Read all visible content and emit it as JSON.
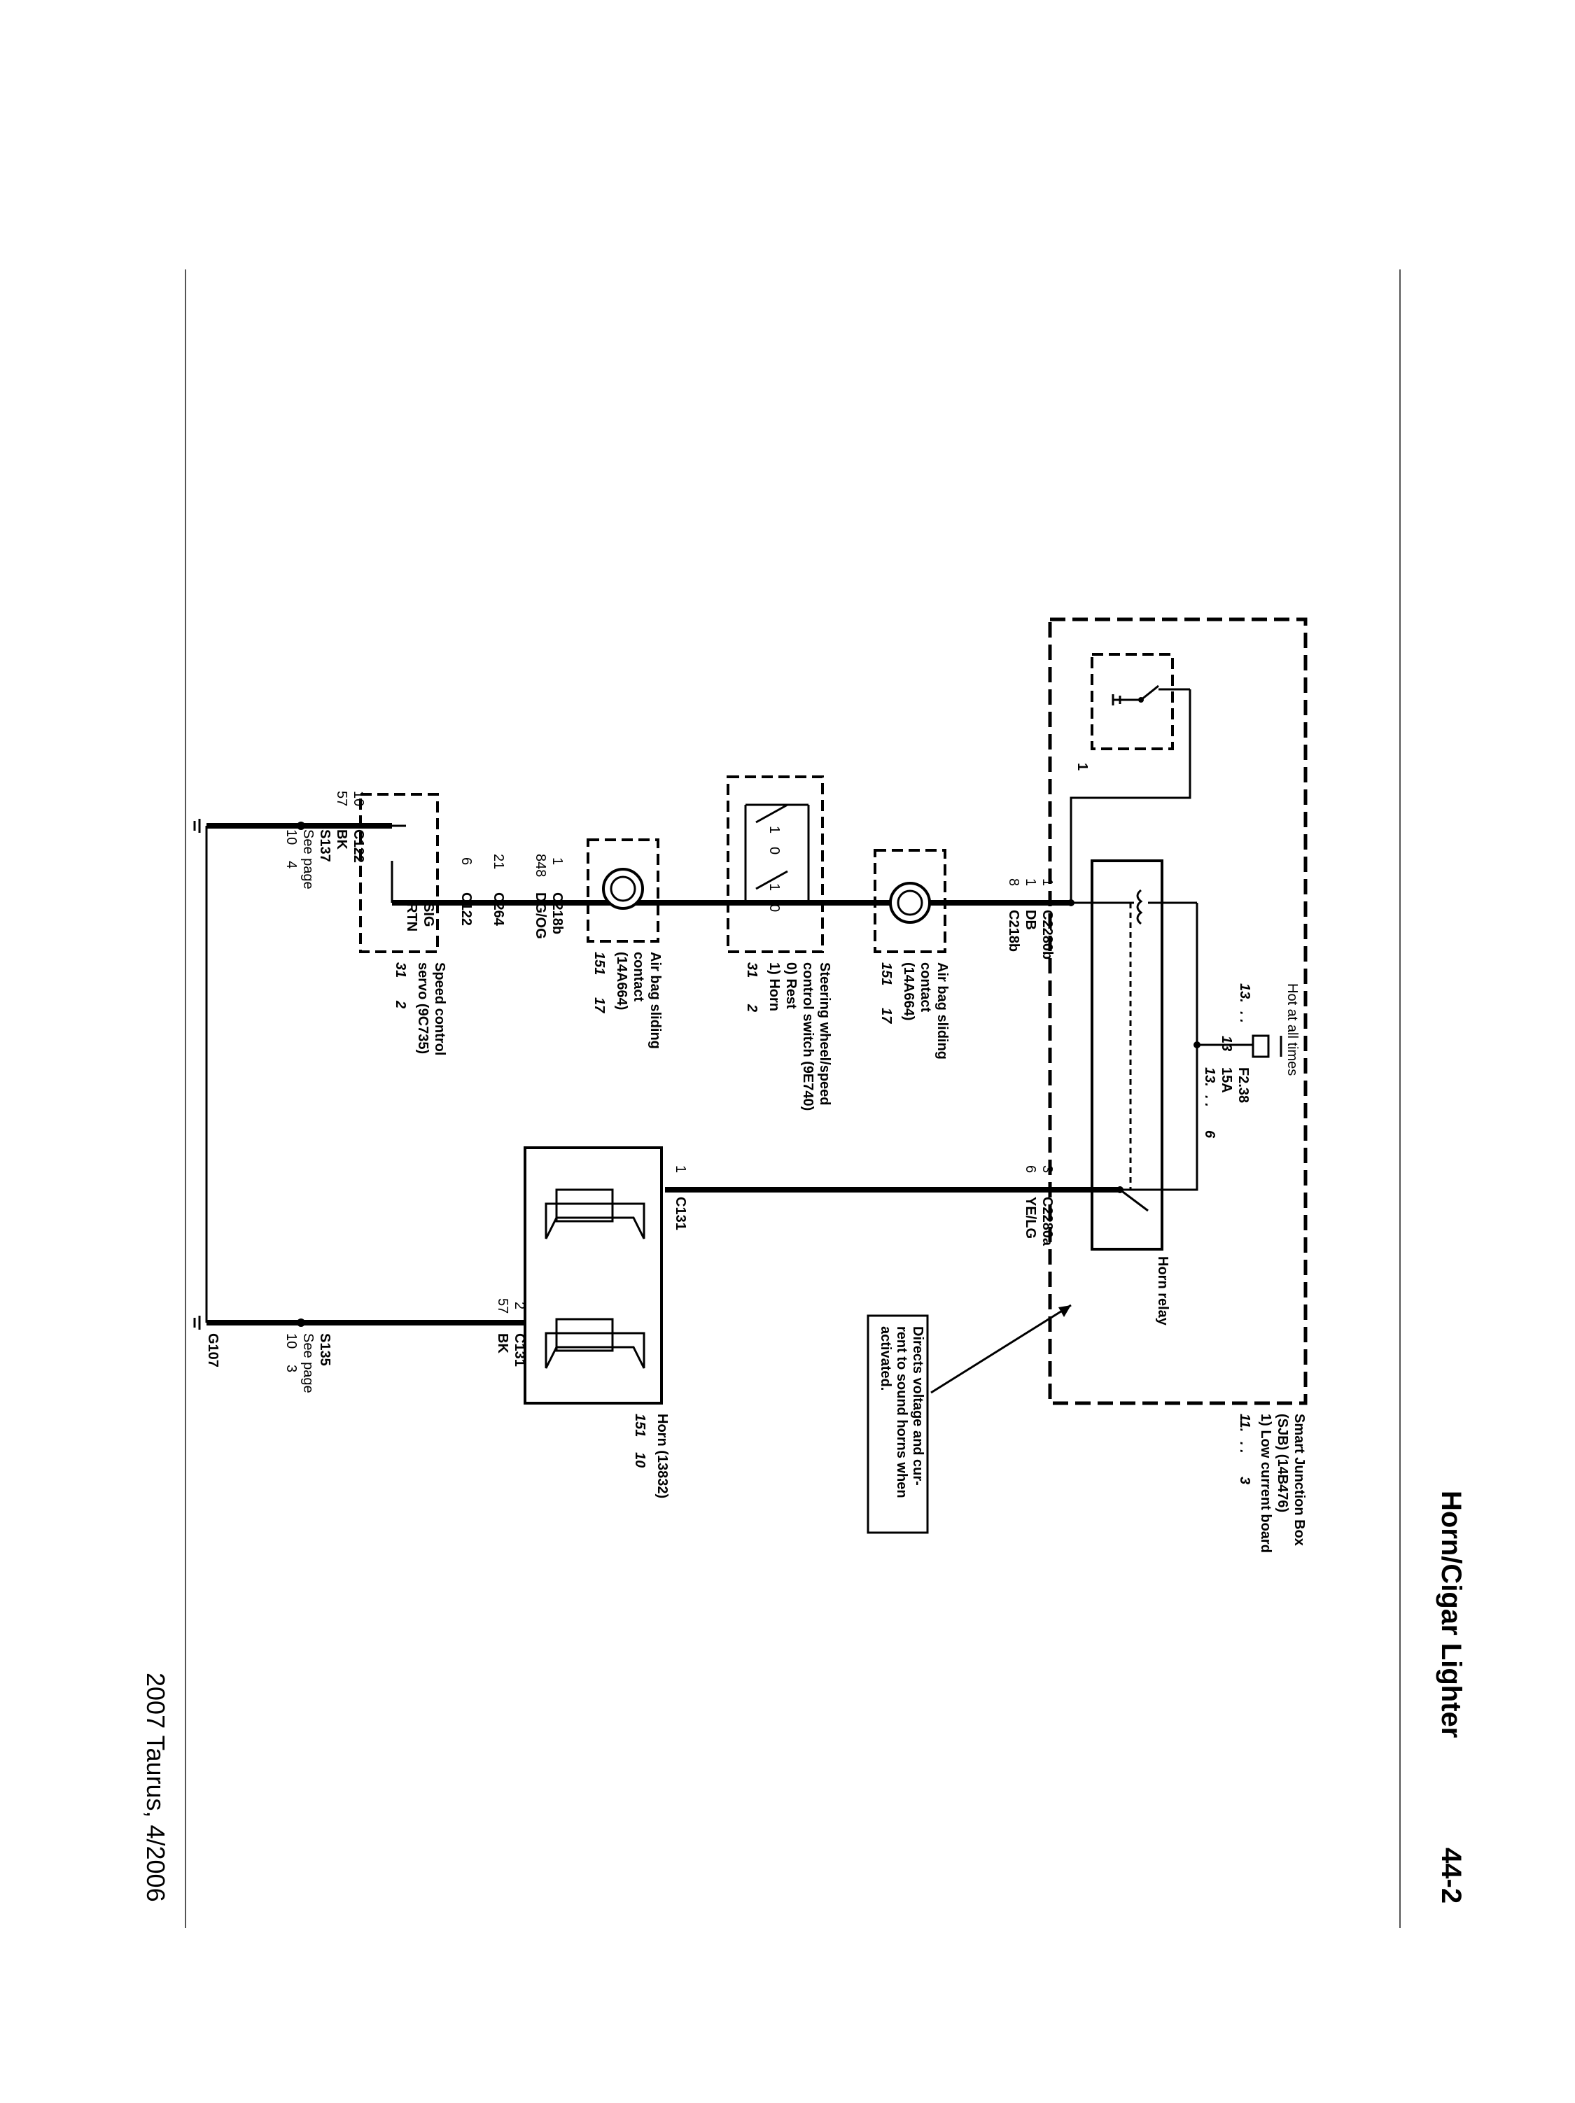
{
  "header": {
    "title": "Horn/Cigar Lighter",
    "page": "44-2"
  },
  "footer": {
    "text": "2007 Taurus, 4/2006"
  },
  "sjb": {
    "name1": "Smart Junction Box",
    "name2": "(SJB) (14B476)",
    "item": "1)  Low current board",
    "ref_a": "11.",
    "ref_dots": ". .",
    "ref_b": "3",
    "hot": "Hot at all times",
    "fuse": "F2.38",
    "fuse_amp": "15A",
    "ref13a": "13.",
    "ref13dots": ". .",
    "ref13b": "13",
    "ref13c": "13.",
    "ref13cdots": ". .",
    "ref6": "6",
    "low_board_num": "1",
    "relay": "Horn relay"
  },
  "note": {
    "l1": "Directs voltage and cur-",
    "l2": "rent to sound horns when",
    "l3": "activated."
  },
  "left_circuit": {
    "c2280b_pin": "1",
    "c2280b": "C2280b",
    "db_circuit": "1",
    "db": "DB",
    "c218b_pin": "8",
    "c218b": "C218b",
    "asc1_a": "Air bag sliding",
    "asc1_b": "contact",
    "asc1_c": "(14A664)",
    "asc1_r1": "151",
    "asc1_r2": "17",
    "sw_a": "Steering wheel/speed",
    "sw_b": "control switch (9E740)",
    "sw_c": "0)  Rest",
    "sw_d": "1)  Horn",
    "sw_r1": "31",
    "sw_r2": "2",
    "sw_p1": "1",
    "sw_p0": "0",
    "asc2_pin": "1",
    "asc2_conn": "C218b",
    "circ848": "848",
    "dgog": "DG/OG",
    "asc2_a": "Air bag sliding",
    "asc2_b": "contact",
    "asc2_c": "(14A664)",
    "asc2_r1": "151",
    "asc2_r2": "17",
    "c264_circ": "21",
    "c264": "C264",
    "c122_pin": "6",
    "c122": "C122",
    "sig": "SIG",
    "rtn": "RTN",
    "scs_a": "Speed control",
    "scs_b": "servo (9C735)",
    "scs_r1": "31",
    "scs_r2": "2",
    "c122b_pin": "10",
    "c122b": "C122",
    "c57": "57",
    "bk": "BK",
    "s137": "S137",
    "see": "See page",
    "sp1": "10",
    "sp2": "4"
  },
  "right_circuit": {
    "c2280a_pin": "3",
    "c2280a": "C2280a",
    "circ6": "6",
    "yelg": "YE/LG",
    "c131_pin": "1",
    "c131": "C131",
    "c131b_pin": "2",
    "c131b": "C131",
    "c57": "57",
    "bk": "BK",
    "horn_a": "Horn (13832)",
    "horn_r1": "151",
    "horn_r2": "10",
    "s135": "S135",
    "see": "See page",
    "sp1": "10",
    "sp2": "3",
    "g107": "G107"
  }
}
